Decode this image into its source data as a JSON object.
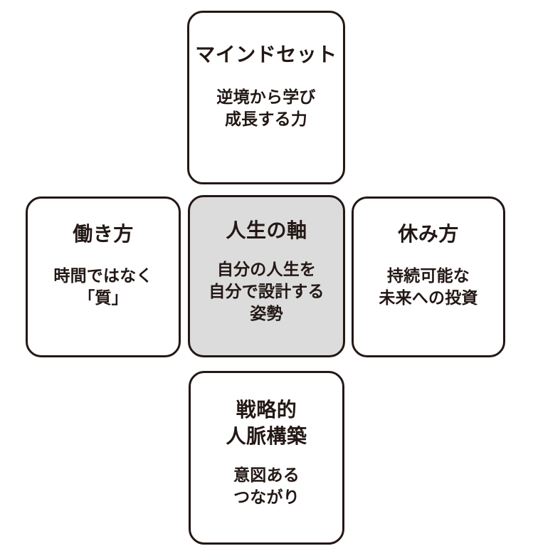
{
  "diagram": {
    "layout": "cross",
    "background_color": "#ffffff",
    "border_color": "#231815",
    "text_color": "#231815",
    "center_fill_color": "#dcdcdc",
    "nodes": [
      {
        "id": "mindset",
        "position": "top",
        "title": "マインドセット",
        "body": "逆境から学び\n成長する力",
        "highlighted": false
      },
      {
        "id": "work-style",
        "position": "left",
        "title": "働き方",
        "body": "時間ではなく\n「質」",
        "highlighted": false
      },
      {
        "id": "life-axis",
        "position": "center",
        "title": "人生の軸",
        "body": "自分の人生を\n自分で設計する\n姿勢",
        "highlighted": true
      },
      {
        "id": "rest-style",
        "position": "right",
        "title": "休み方",
        "body": "持続可能な\n未来への投資",
        "highlighted": false
      },
      {
        "id": "strategic-network",
        "position": "bottom",
        "title": "戦略的\n人脈構築",
        "body": "意図ある\nつながり",
        "highlighted": false
      }
    ]
  }
}
